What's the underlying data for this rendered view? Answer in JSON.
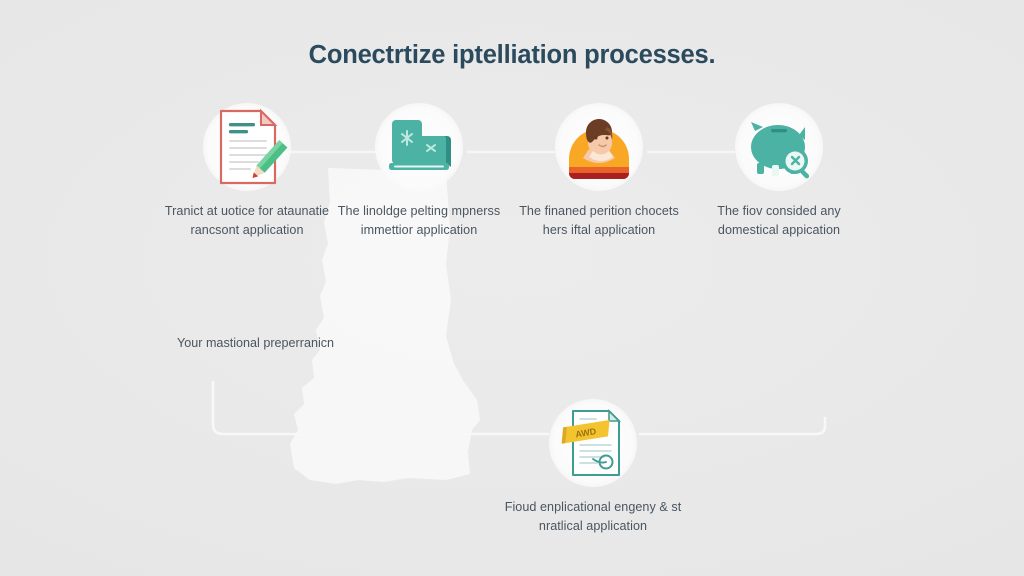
{
  "page": {
    "title": "Conectrtize iptelliation processes.",
    "background_color": "#eaeaea",
    "title_color": "#2b4a5e",
    "caption_color": "#4a5560",
    "connector_color": "#f7f7f7",
    "accent_teal": "#4cb3a4",
    "accent_orange": "#f5a623",
    "accent_red": "#d96a63",
    "accent_green": "#44b07a",
    "accent_yellow": "#f4c430"
  },
  "backdrop": {
    "name": "state-silhouette",
    "fill": "#fbfbfb"
  },
  "steps": [
    {
      "id": "step-1",
      "icon": "document-pencil-icon",
      "caption": "Tranict at uotice for ataunatie rancsont application"
    },
    {
      "id": "step-2",
      "icon": "laptop-device-icon",
      "caption": "The linoldge pelting mpnerss immettior application"
    },
    {
      "id": "step-3",
      "icon": "person-avatar-icon",
      "caption": "The finaned perition chocets hers iftal application"
    },
    {
      "id": "step-4",
      "icon": "piggy-bank-magnifier-icon",
      "caption": "The fiov consided any domestical appication"
    },
    {
      "id": "step-5",
      "icon": "certificate-ribbon-icon",
      "caption": "Fioud enplicational engeny & st nratlical application"
    }
  ],
  "side_note": {
    "text": "Your mastional preperranicn"
  }
}
